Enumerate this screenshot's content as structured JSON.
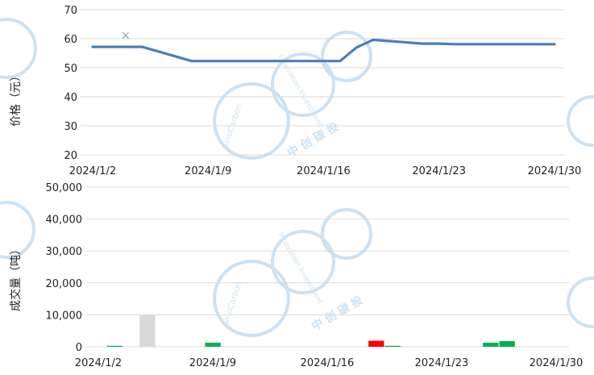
{
  "chart_data": [
    {
      "type": "line",
      "ylabel": "价格（元）",
      "ylim": [
        20,
        70
      ],
      "yticks": [
        20,
        30,
        40,
        50,
        60,
        70
      ],
      "xlim": [
        "2024-01-02",
        "2024-01-30"
      ],
      "x_tick_labels": [
        {
          "date": "2024-01-02",
          "label": "2024/1/2"
        },
        {
          "date": "2024-01-09",
          "label": "2024/1/9"
        },
        {
          "date": "2024-01-16",
          "label": "2024/1/16"
        },
        {
          "date": "2024-01-23",
          "label": "2024/1/23"
        },
        {
          "date": "2024-01-30",
          "label": "2024/1/30"
        }
      ],
      "grid": "horizontal",
      "series": [
        {
          "color": "#4a7ebb",
          "points": [
            {
              "date": "2024-01-02",
              "y": 57.2
            },
            {
              "date": "2024-01-03",
              "y": 57.2
            },
            {
              "date": "2024-01-04",
              "y": 57.2
            },
            {
              "date": "2024-01-05",
              "y": 57.2
            },
            {
              "date": "2024-01-08",
              "y": 52.3
            },
            {
              "date": "2024-01-09",
              "y": 52.3
            },
            {
              "date": "2024-01-10",
              "y": 52.3
            },
            {
              "date": "2024-01-11",
              "y": 52.3
            },
            {
              "date": "2024-01-12",
              "y": 52.3
            },
            {
              "date": "2024-01-15",
              "y": 52.3
            },
            {
              "date": "2024-01-16",
              "y": 52.3
            },
            {
              "date": "2024-01-17",
              "y": 52.3
            },
            {
              "date": "2024-01-18",
              "y": 57.0
            },
            {
              "date": "2024-01-19",
              "y": 59.6
            },
            {
              "date": "2024-01-22",
              "y": 58.3
            },
            {
              "date": "2024-01-23",
              "y": 58.3
            },
            {
              "date": "2024-01-24",
              "y": 58.1
            },
            {
              "date": "2024-01-25",
              "y": 58.1
            },
            {
              "date": "2024-01-26",
              "y": 58.1
            },
            {
              "date": "2024-01-29",
              "y": 58.1
            },
            {
              "date": "2024-01-30",
              "y": 58.1
            }
          ]
        }
      ],
      "markers": [
        {
          "date": "2024-01-04",
          "y": 61.2,
          "symbol": "×",
          "color": "#999999"
        }
      ]
    },
    {
      "type": "bar",
      "ylabel": "成交量（吨）",
      "ylim": [
        0,
        50000
      ],
      "yticks": [
        {
          "value": 0,
          "label": "0"
        },
        {
          "value": 10000,
          "label": "10,000"
        },
        {
          "value": 20000,
          "label": "20,000"
        },
        {
          "value": 30000,
          "label": "30,000"
        },
        {
          "value": 40000,
          "label": "40,000"
        },
        {
          "value": 50000,
          "label": "50,000"
        }
      ],
      "xlim": [
        "2024-01-02",
        "2024-01-30"
      ],
      "x_tick_labels": [
        {
          "date": "2024-01-02",
          "label": "2024/1/2"
        },
        {
          "date": "2024-01-09",
          "label": "2024/1/9"
        },
        {
          "date": "2024-01-16",
          "label": "2024/1/16"
        },
        {
          "date": "2024-01-23",
          "label": "2024/1/23"
        },
        {
          "date": "2024-01-30",
          "label": "2024/1/30"
        }
      ],
      "grid": "horizontal",
      "bars": [
        {
          "date": "2024-01-03",
          "value": 300,
          "color": "#00b050"
        },
        {
          "date": "2024-01-05",
          "value": 10000,
          "color": "#d9d9d9"
        },
        {
          "date": "2024-01-09",
          "value": 1300,
          "color": "#00b050"
        },
        {
          "date": "2024-01-19",
          "value": 1900,
          "color": "#ff0000"
        },
        {
          "date": "2024-01-20",
          "value": 300,
          "color": "#00b050"
        },
        {
          "date": "2024-01-26",
          "value": 1300,
          "color": "#00b050"
        },
        {
          "date": "2024-01-27",
          "value": 1800,
          "color": "#00b050"
        }
      ]
    }
  ],
  "watermark": {
    "brand_text": "SinoCarbon",
    "tagline_text": "Innovation Investment",
    "chinese_text": "中 创 碳 投",
    "color": "#c4dcef"
  }
}
